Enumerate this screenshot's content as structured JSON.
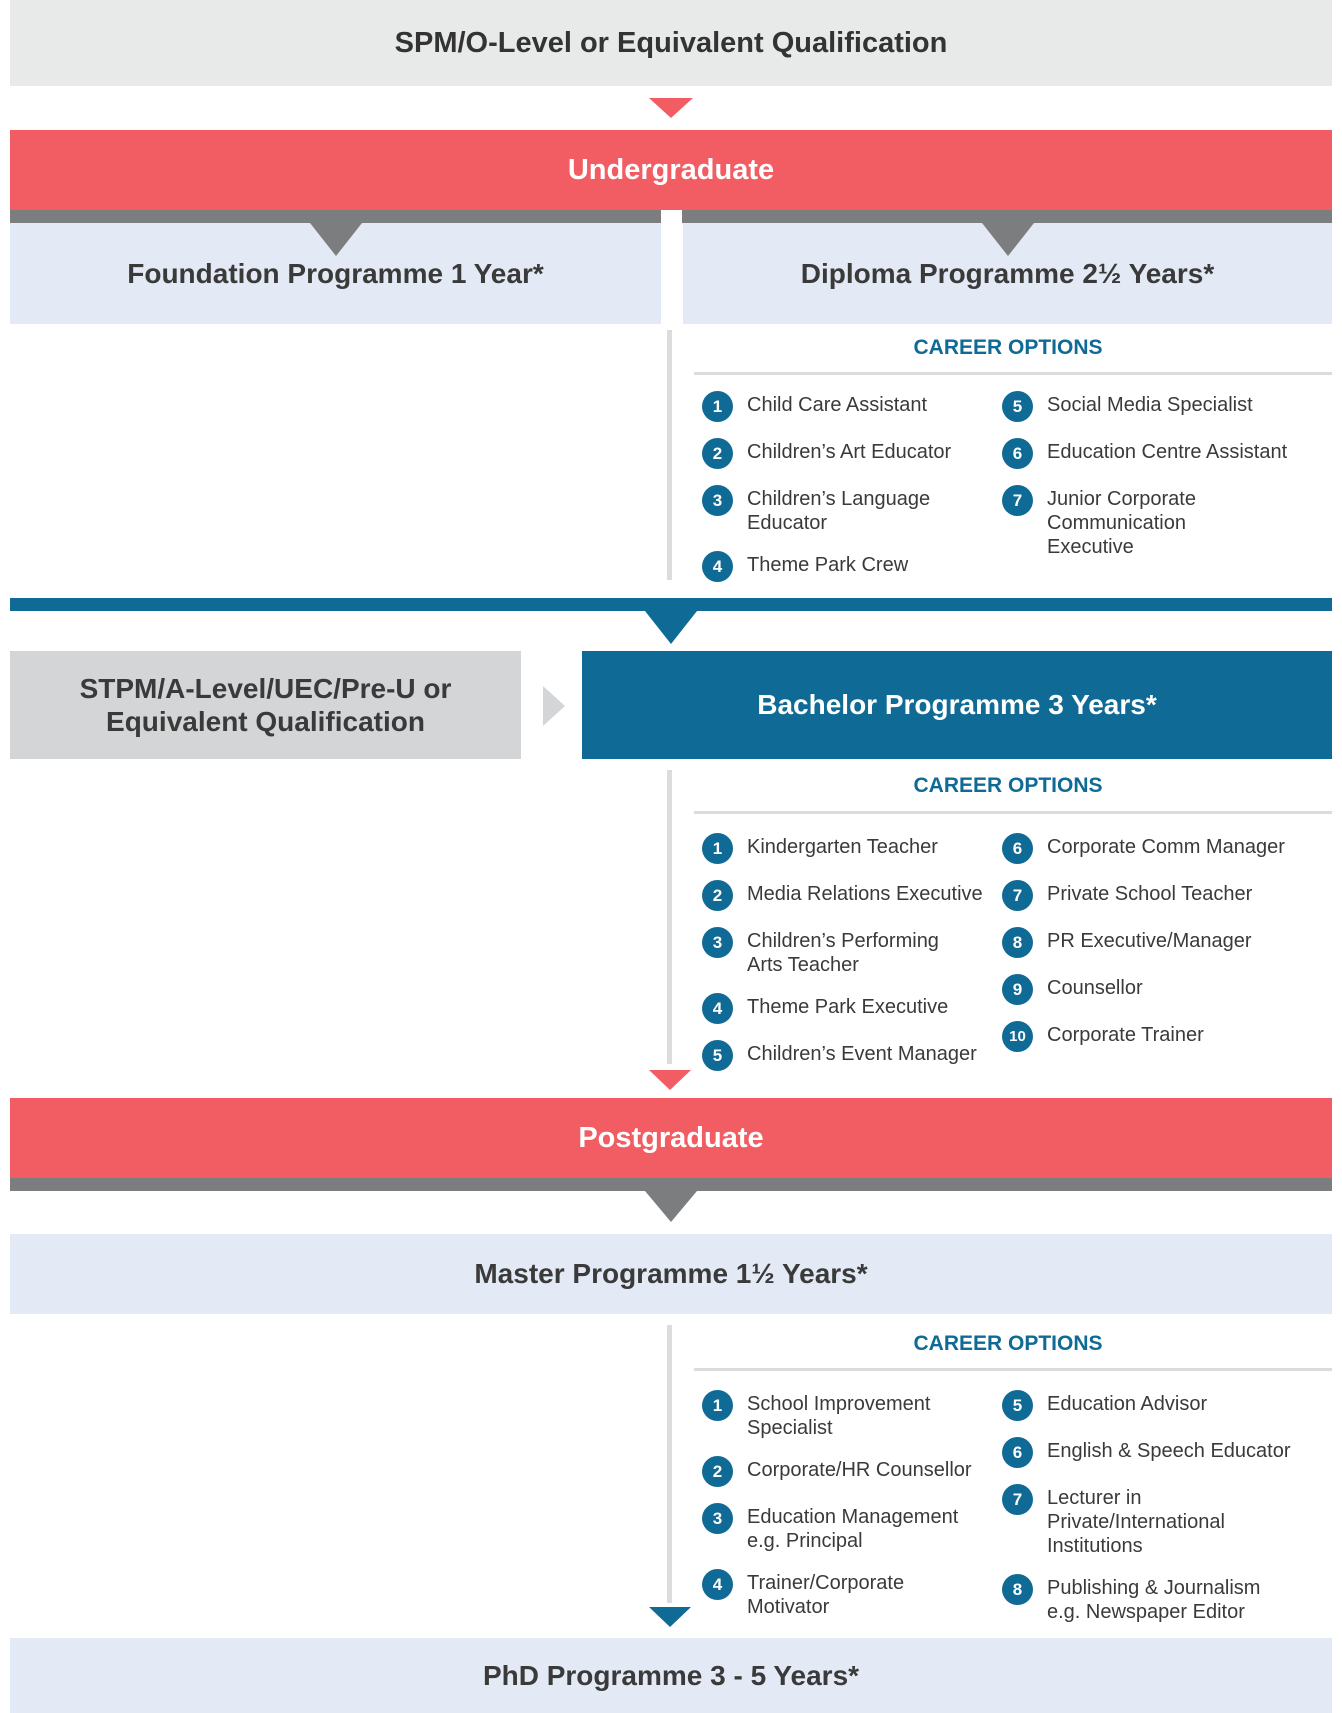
{
  "entry": "SPM/O-Level or Equivalent Qualification",
  "undergraduate": {
    "label": "Undergraduate",
    "foundation": "Foundation Programme 1 Year*",
    "diploma": "Diploma Programme 2½ Years*",
    "diploma_careers": {
      "title": "CAREER OPTIONS",
      "left": [
        {
          "num": "1",
          "text": "Child Care Assistant"
        },
        {
          "num": "2",
          "text": "Children’s Art Educator"
        },
        {
          "num": "3",
          "text": "Children’s Language Educator"
        },
        {
          "num": "4",
          "text": "Theme Park Crew"
        }
      ],
      "right": [
        {
          "num": "5",
          "text": "Social Media Specialist"
        },
        {
          "num": "6",
          "text": "Education Centre Assistant"
        },
        {
          "num": "7",
          "text": "Junior Corporate Communication Executive"
        }
      ]
    },
    "stpm": "STPM/A-Level/UEC/Pre-U or Equivalent Qualification",
    "bachelor": "Bachelor Programme 3 Years*",
    "bachelor_careers": {
      "title": "CAREER OPTIONS",
      "left": [
        {
          "num": "1",
          "text": "Kindergarten Teacher"
        },
        {
          "num": "2",
          "text": "Media Relations Executive"
        },
        {
          "num": "3",
          "text": "Children’s Performing Arts Teacher"
        },
        {
          "num": "4",
          "text": "Theme Park Executive"
        },
        {
          "num": "5",
          "text": "Children’s Event Manager"
        }
      ],
      "right": [
        {
          "num": "6",
          "text": "Corporate Comm Manager"
        },
        {
          "num": "7",
          "text": "Private School Teacher"
        },
        {
          "num": "8",
          "text": "PR Executive/Manager"
        },
        {
          "num": "9",
          "text": "Counsellor"
        },
        {
          "num": "10",
          "text": "Corporate Trainer"
        }
      ]
    }
  },
  "postgraduate": {
    "label": "Postgraduate",
    "master": "Master Programme 1½ Years*",
    "master_careers": {
      "title": "CAREER OPTIONS",
      "left": [
        {
          "num": "1",
          "text": "School Improvement Specialist"
        },
        {
          "num": "2",
          "text": "Corporate/HR Counsellor"
        },
        {
          "num": "3",
          "text": "Education Management e.g. Principal"
        },
        {
          "num": "4",
          "text": "Trainer/Corporate Motivator"
        }
      ],
      "right": [
        {
          "num": "5",
          "text": "Education Advisor"
        },
        {
          "num": "6",
          "text": "English & Speech Educator"
        },
        {
          "num": "7",
          "text": "Lecturer in Private/International Institutions"
        },
        {
          "num": "8",
          "text": "Publishing & Journalism e.g. Newspaper Editor"
        }
      ]
    },
    "phd": "PhD Programme 3 - 5 Years*"
  },
  "colors": {
    "red": "#f15d63",
    "blue": "#0f6a96",
    "pale_blue": "#e3eaf5",
    "light_gray": "#e8e9e9",
    "mid_gray": "#d4d5d6",
    "dark_gray": "#7c7d7e"
  }
}
